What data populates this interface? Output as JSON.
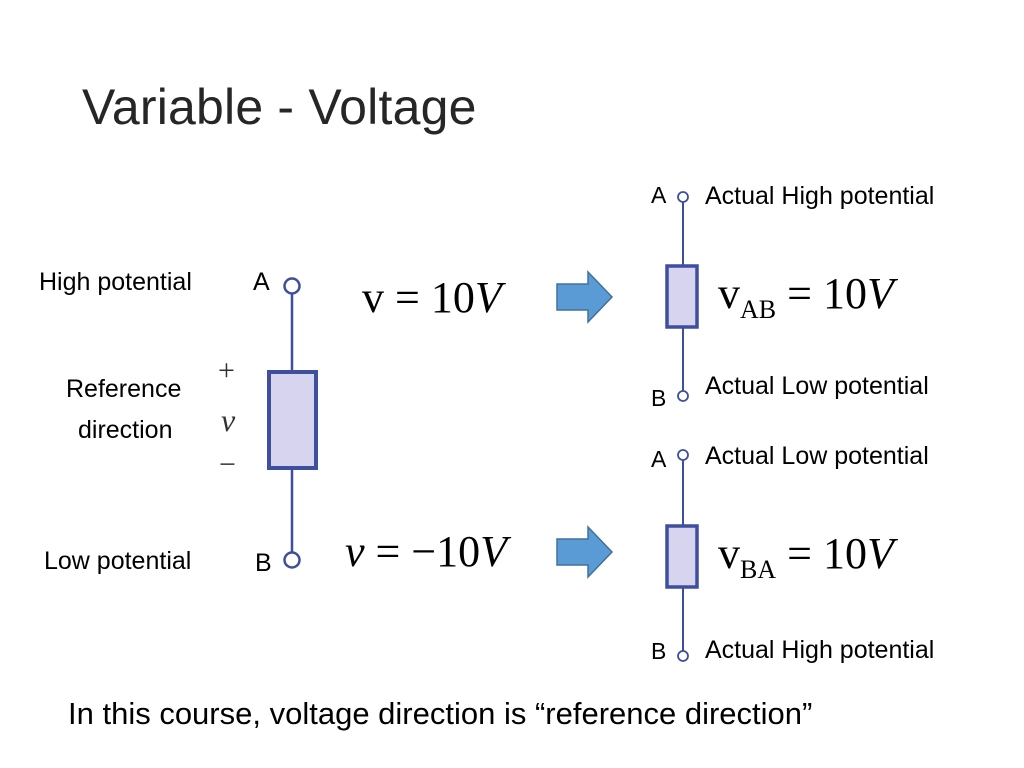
{
  "title": "Variable - Voltage",
  "left_circuit": {
    "high_label": "High potential",
    "low_label": "Low potential",
    "node_a": "A",
    "node_b": "B",
    "ref_line1": "Reference",
    "ref_line2": "direction",
    "plus": "+",
    "var": "v",
    "minus": "−"
  },
  "top_case": {
    "eq_var": "v",
    "eq_rest": " = 10",
    "eq_unit": "V",
    "result_var": "v",
    "result_sub": "AB",
    "result_rest": " = 10",
    "result_unit": "V",
    "node_a": "A",
    "node_b": "B",
    "a_label": "Actual High potential",
    "b_label": "Actual Low potential"
  },
  "bottom_case": {
    "eq_var": "v",
    "eq_rest": " = −10",
    "eq_unit": "V",
    "result_var": "v",
    "result_sub": "BA",
    "result_rest": " = 10",
    "result_unit": "V",
    "node_a": "A",
    "node_b": "B",
    "a_label": "Actual Low potential",
    "b_label": "Actual High potential"
  },
  "footer": "In this course, voltage direction is “reference direction”",
  "colors": {
    "wire": "#3f4f9f",
    "resistor_fill": "#d6d4ee",
    "arrow": "#5b9bd5",
    "arrow_stroke": "#41719c"
  }
}
